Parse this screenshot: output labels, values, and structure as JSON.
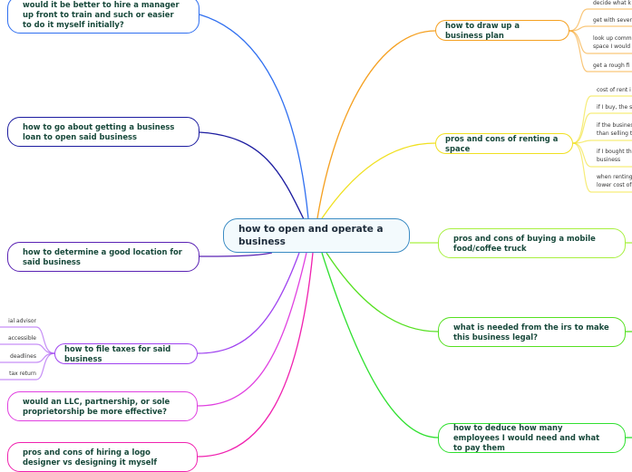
{
  "center": {
    "label": "how to open and operate a business",
    "color": "#3c8cc4"
  },
  "left": [
    {
      "label": "would it be better to hire a manager up front to train and such or easier to do it myself initially?",
      "color": "#2f6ff0"
    },
    {
      "label": "how to go about getting a business loan to open said business",
      "color": "#1c1ca0"
    },
    {
      "label": "how to determine a good location for said business",
      "color": "#5a22b4"
    },
    {
      "label": "how to file taxes for said business",
      "color": "#a044f0",
      "children": [
        "ial advisor",
        "accessible",
        "deadlines",
        "tax return"
      ]
    },
    {
      "label": "would an LLC, partnership, or sole proprietorship be more effective?",
      "color": "#e040e0"
    },
    {
      "label": "pros and cons of hiring a logo designer vs designing it myself",
      "color": "#f022b0"
    }
  ],
  "right": [
    {
      "label": "how to draw up a business plan",
      "color": "#f5a020",
      "children": [
        "decide what k",
        "get with sever",
        "look up comm\nspace I would",
        "get a rough fi"
      ]
    },
    {
      "label": "pros and cons of renting a space",
      "color": "#f0e020",
      "children": [
        "cost of rent i",
        "if I buy, the s",
        "if the busines\nthan selling t",
        "if I bought th\nbusiness",
        "when renting\nlower cost of"
      ]
    },
    {
      "label": "pros and cons of buying a mobile food/coffee truck",
      "color": "#a8f040"
    },
    {
      "label": "what is needed from the irs to make this business legal?",
      "color": "#55e020"
    },
    {
      "label": "how to deduce how many employees I would need and what to pay them",
      "color": "#30e030"
    }
  ]
}
